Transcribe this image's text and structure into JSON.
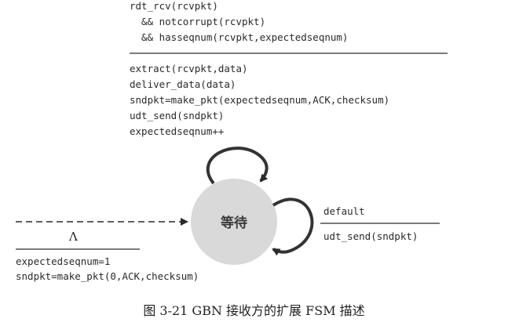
{
  "top_transition": {
    "event_lines": [
      "rdt_rcv(rcvpkt)",
      "  && notcorrupt(rcvpkt)",
      "  && hasseqnum(rcvpkt,expectedseqnum)"
    ],
    "action_lines": [
      "extract(rcvpkt,data)",
      "deliver_data(data)",
      "sndpkt=make_pkt(expectedseqnum,ACK,checksum)",
      "udt_send(sndpkt)",
      "expectedseqnum++"
    ]
  },
  "state": {
    "label": "等待",
    "fill": "#d9d9d9"
  },
  "initial_transition": {
    "event": "Λ",
    "action_lines": [
      "expectedseqnum=1",
      "sndpkt=make_pkt(0,ACK,checksum)"
    ]
  },
  "right_transition": {
    "event": "default",
    "action": "udt_send(sndpkt)"
  },
  "caption": "图 3-21   GBN 接收方的扩展 FSM 描述"
}
